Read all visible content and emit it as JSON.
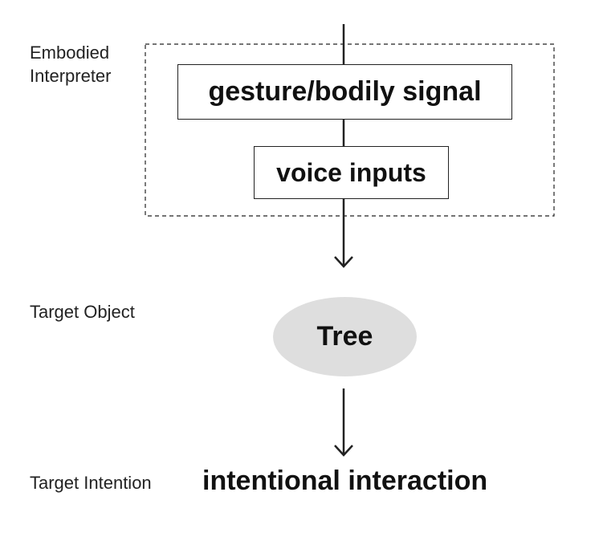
{
  "labels": {
    "embodied_interpreter": "Embodied Interpreter",
    "target_object": "Target Object",
    "target_intention": "Target Intention"
  },
  "nodes": {
    "gesture": "gesture/bodily signal",
    "voice": "voice inputs",
    "object": "Tree",
    "intention": "intentional interaction"
  },
  "colors": {
    "stroke": "#222222",
    "ellipse_fill": "#dedede",
    "background": "#ffffff"
  }
}
